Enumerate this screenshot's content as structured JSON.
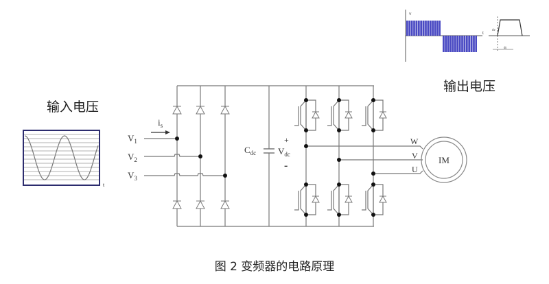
{
  "labels": {
    "input_voltage": "输入电压",
    "output_voltage": "输出电压",
    "caption": "图 2 变频器的电路原理",
    "is": "i",
    "is_sub": "s",
    "v1": "V",
    "v1_sub": "1",
    "v2": "V",
    "v2_sub": "2",
    "v3": "V",
    "v3_sub": "3",
    "cdc": "C",
    "cdc_sub": "dc",
    "vdc": "V",
    "vdc_sub": "dc",
    "plus": "+",
    "minus": "-",
    "w": "W",
    "v": "V",
    "u": "U",
    "motor": "IM",
    "out_axis_v": "v",
    "out_axis_t": "t",
    "pulse_dv": "dv",
    "pulse_dt": "dt",
    "in_axis_t": "t"
  },
  "colors": {
    "pwm": "#2a2ab8",
    "wire": "#777777",
    "input_frame": "#2c2c6e"
  }
}
